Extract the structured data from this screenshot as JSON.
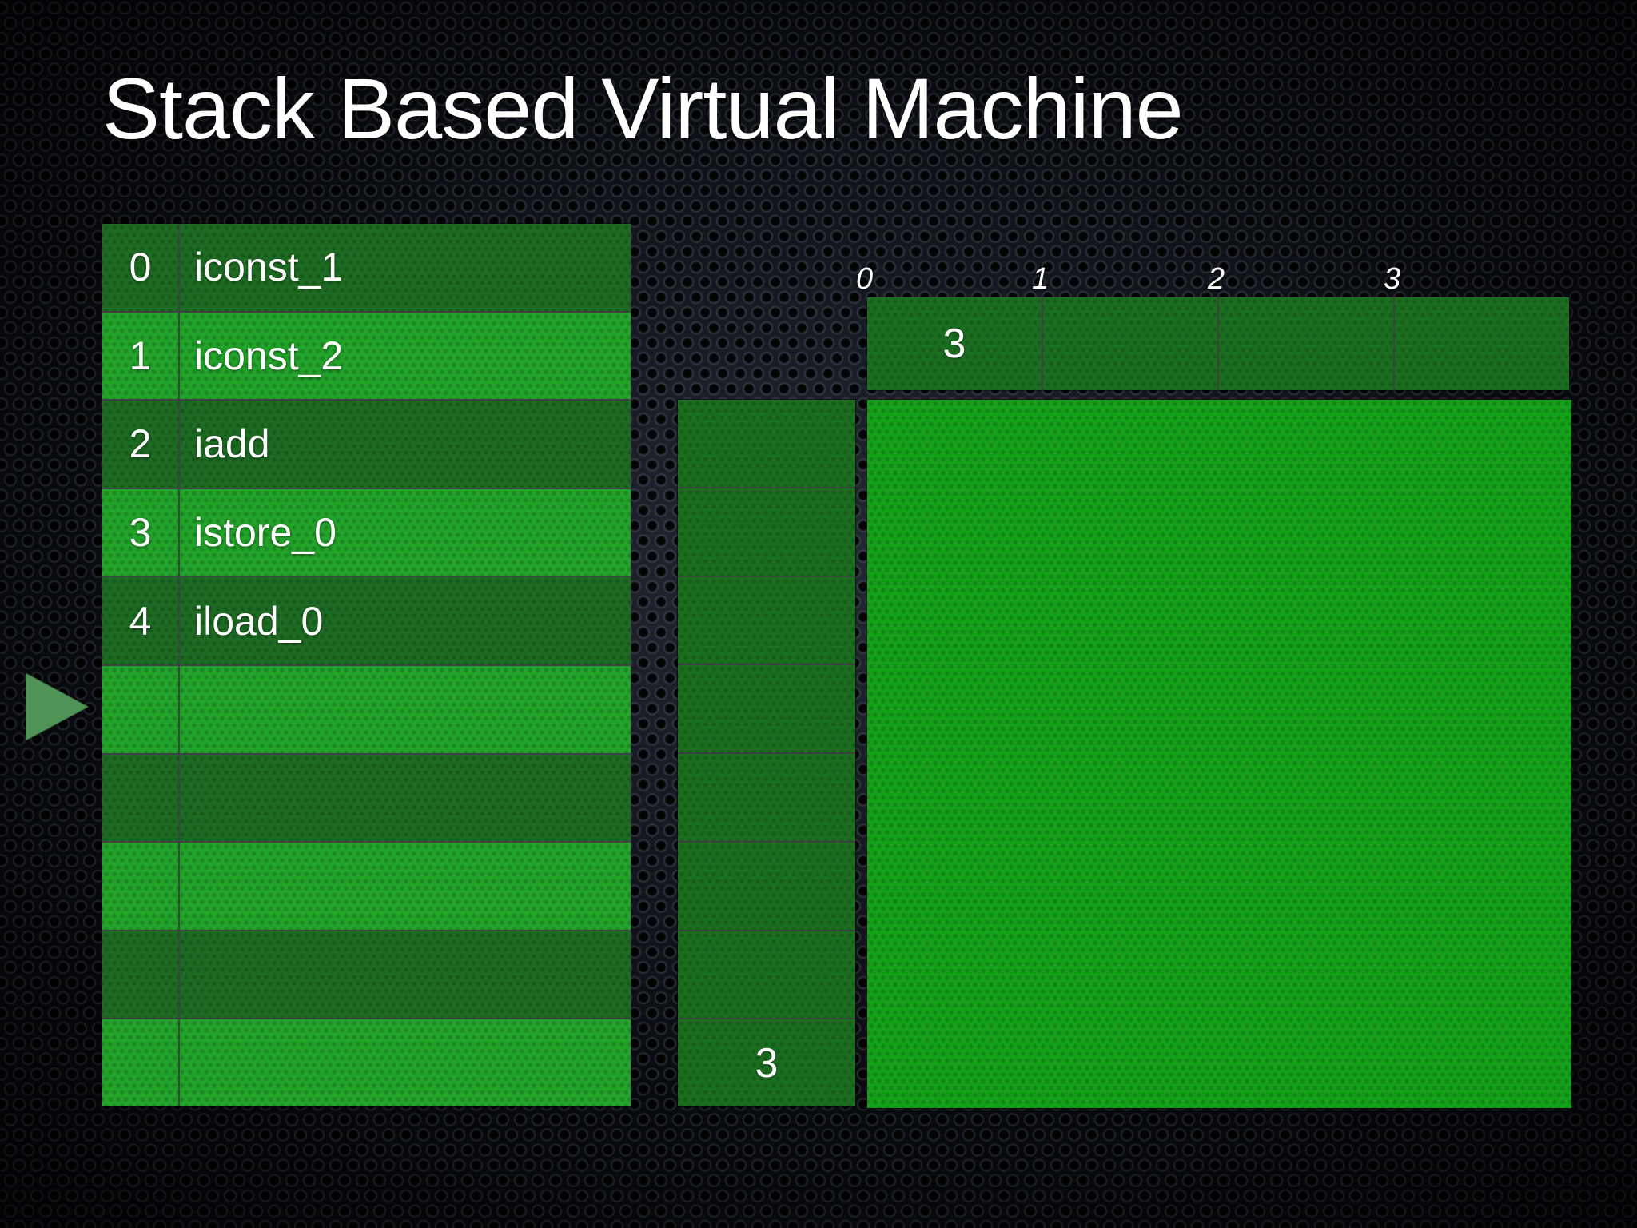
{
  "slide": {
    "title": "Stack Based Virtual Machine",
    "background_color": "#07080c",
    "title_color": "#ffffff"
  },
  "colors": {
    "green_dark": "#1d6b22",
    "green_bright": "#22a32a",
    "green_panel": "#14a019",
    "green_stack": "#1b6e20",
    "divider": "#3e4046",
    "marker_green": "#4f9456"
  },
  "bytecode_table": {
    "name": "bytecode-listing",
    "rows": [
      {
        "index": "0",
        "op": "iconst_1",
        "shade": "dark"
      },
      {
        "index": "1",
        "op": "iconst_2",
        "shade": "light"
      },
      {
        "index": "2",
        "op": "iadd",
        "shade": "dark"
      },
      {
        "index": "3",
        "op": "istore_0",
        "shade": "light"
      },
      {
        "index": "4",
        "op": "iload_0",
        "shade": "dark"
      },
      {
        "index": "",
        "op": "",
        "shade": "light"
      },
      {
        "index": "",
        "op": "",
        "shade": "dark"
      },
      {
        "index": "",
        "op": "",
        "shade": "light"
      },
      {
        "index": "",
        "op": "",
        "shade": "dark"
      },
      {
        "index": "",
        "op": "",
        "shade": "light"
      }
    ]
  },
  "pc_marker": {
    "name": "program-counter-marker",
    "points_to_row": 5,
    "color": "#4f9456"
  },
  "operand_stack": {
    "name": "operand-stack",
    "cells": [
      "",
      "",
      "",
      "",
      "",
      "",
      "",
      "3"
    ]
  },
  "locals": {
    "name": "local-variables",
    "cells": [
      {
        "idx": "0",
        "value": "3"
      },
      {
        "idx": "1",
        "value": ""
      },
      {
        "idx": "2",
        "value": ""
      },
      {
        "idx": "3",
        "value": ""
      }
    ]
  },
  "heap_panel": {
    "name": "heap-panel",
    "color": "#14a019"
  }
}
